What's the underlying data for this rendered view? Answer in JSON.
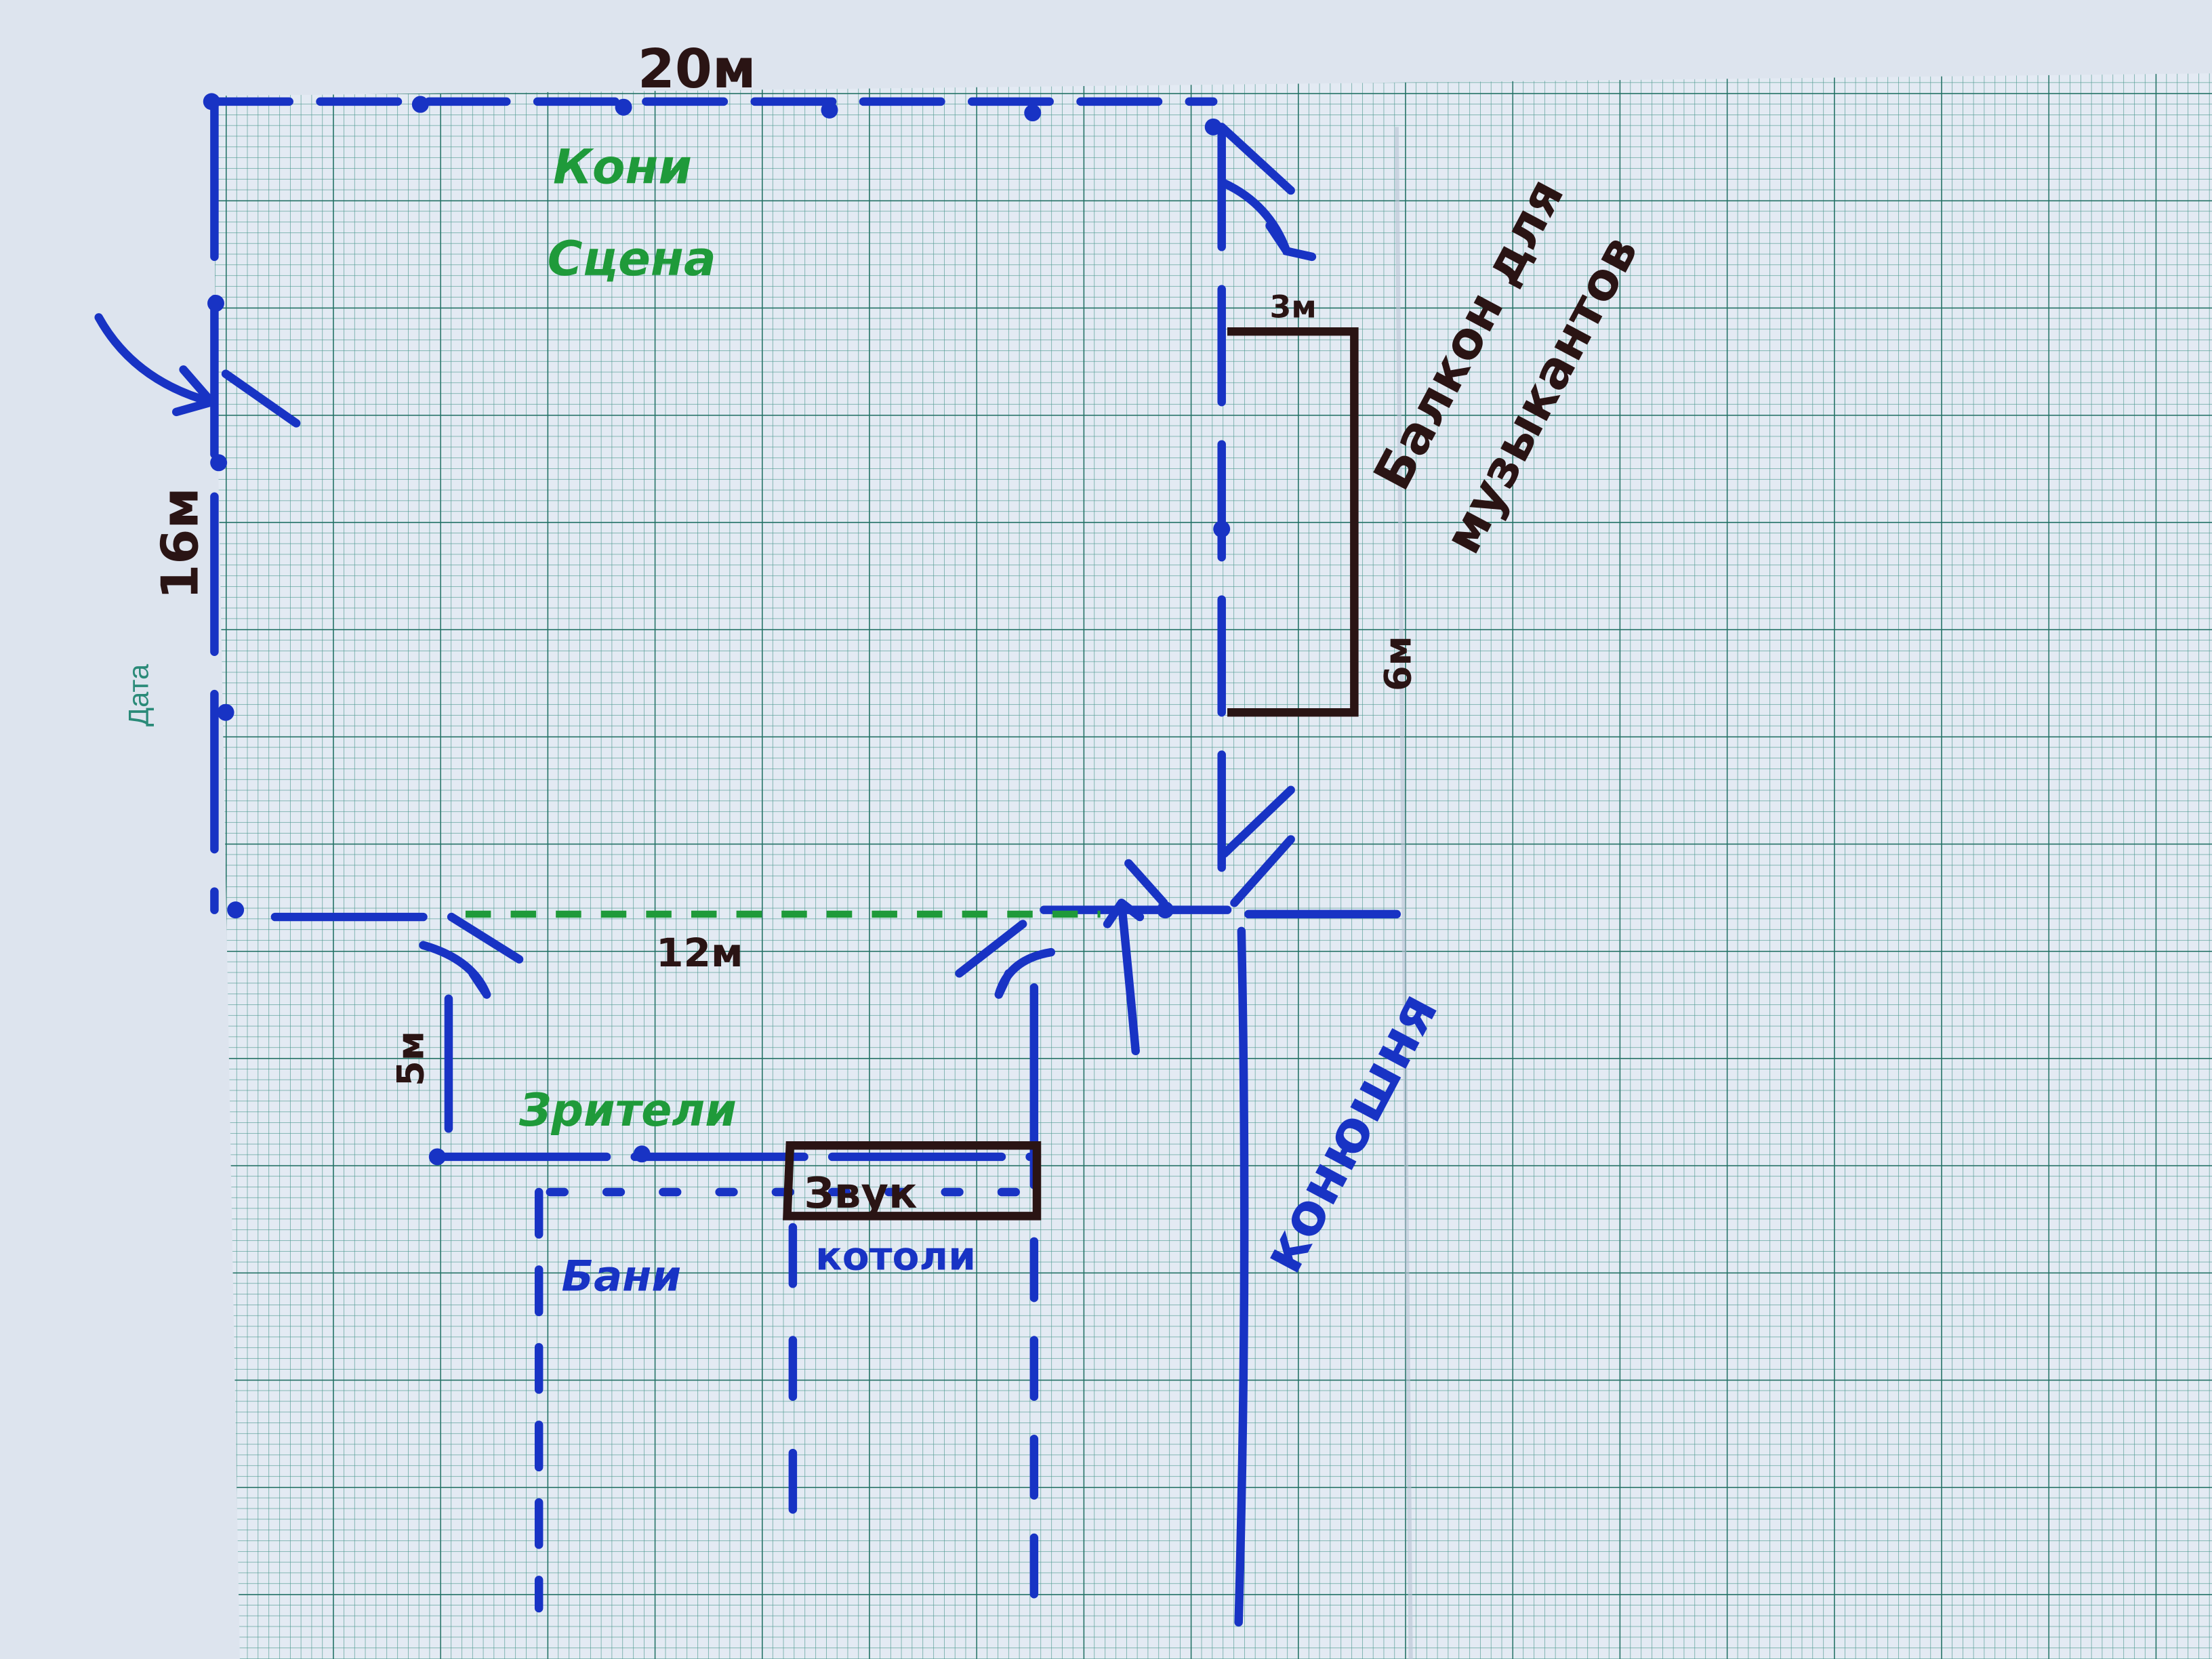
{
  "paper": {
    "margin_label": "Дата"
  },
  "dimensions": {
    "top_width": "20м",
    "left_height": "16м",
    "balcony_width": "3м",
    "balcony_height": "6м",
    "audience_width": "12м",
    "audience_depth": "5м"
  },
  "labels": {
    "horses": "Кони",
    "stage": "Сцена",
    "balcony": "Балкон для",
    "balcony_line2": "музыкантов",
    "audience": "Зрители",
    "sound": "Звук",
    "left_zone": "Бани",
    "middle_zone": "котоли",
    "stable": "конюшня"
  },
  "colors": {
    "paper": "#e3eaf3",
    "grid_minor": "#3f8f86",
    "grid_major": "#1f6e62",
    "blue_ink": "#1833c4",
    "green_ink": "#1f9a3a",
    "black_ink": "#2a1414"
  }
}
